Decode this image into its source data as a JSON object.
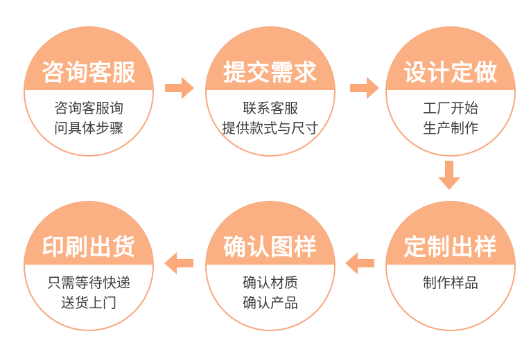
{
  "diagram": {
    "type": "process-flow",
    "language": "zh-CN",
    "steps": [
      {
        "order": 1,
        "title": "咨询客服",
        "lines": [
          "咨询客服询",
          "问具体步骤"
        ]
      },
      {
        "order": 2,
        "title": "提交需求",
        "lines": [
          "联系客服",
          "提供款式与尺寸"
        ]
      },
      {
        "order": 3,
        "title": "设计定做",
        "lines": [
          "工厂开始",
          "生产制作"
        ]
      },
      {
        "order": 4,
        "title": "定制出样",
        "lines": [
          "制作样品"
        ]
      },
      {
        "order": 5,
        "title": "确认图样",
        "lines": [
          "确认材质",
          "确认产品"
        ]
      },
      {
        "order": 6,
        "title": "印刷出货",
        "lines": [
          "只需等待快递",
          "送货上门"
        ]
      }
    ],
    "arrows": [
      {
        "from": 1,
        "to": 2,
        "direction": "right"
      },
      {
        "from": 2,
        "to": 3,
        "direction": "right"
      },
      {
        "from": 3,
        "to": 4,
        "direction": "down"
      },
      {
        "from": 4,
        "to": 5,
        "direction": "left"
      },
      {
        "from": 5,
        "to": 6,
        "direction": "left"
      }
    ]
  },
  "colors": {
    "circle_fill": "#FBB083",
    "circle_border": "#F7A87E",
    "arrow": "#F9A97A",
    "title_text": "#FFFFFF",
    "body_text": "#3D3D3D",
    "background": "#FFFFFF"
  }
}
